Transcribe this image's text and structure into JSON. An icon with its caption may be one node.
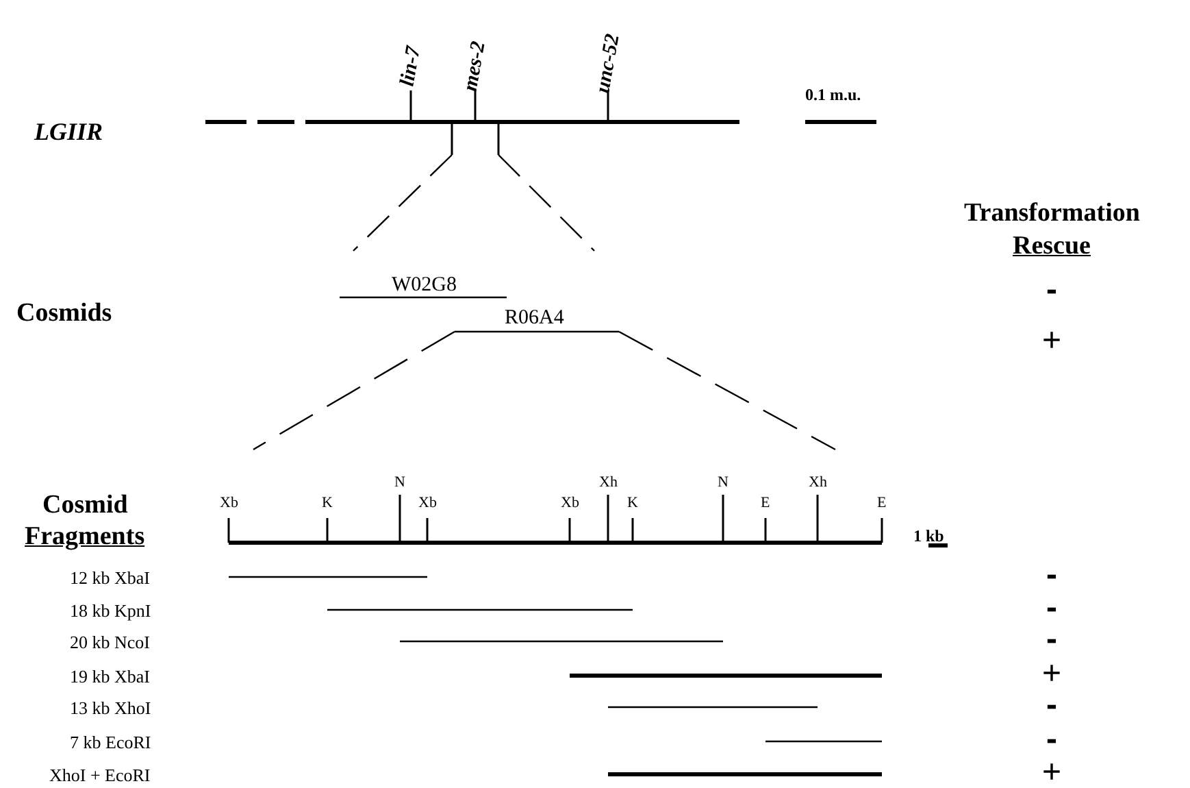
{
  "diagram": {
    "labels": [
      "lin-7",
      "mes-2",
      "unc-52",
      "LGIIR",
      "0.1 m.u.",
      "Transformation",
      "Rescue",
      "W02G8",
      "Cosmids",
      "-",
      "R06A4",
      "+",
      "Cosmid",
      "Fragments",
      "Xb",
      "K",
      "N",
      "Xb",
      "Xb",
      "Xh",
      "K",
      "N",
      "E",
      "Xh",
      "E",
      "1 kb",
      "12 kb XbaI",
      "-",
      "18 kb KpnI",
      "-",
      "20 kb NcoI",
      "-",
      "19 kb XbaI",
      "+",
      "13 kb XhoI",
      "-",
      "7 kb EcoRI",
      "-",
      "XhoI + EcoRI",
      "+"
    ]
  }
}
